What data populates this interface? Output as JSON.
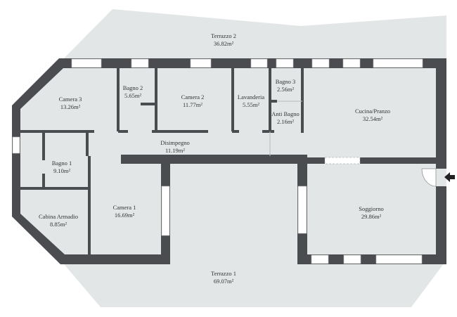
{
  "colors": {
    "floor": "#e3e6e7",
    "wall": "#4a4c50",
    "background": "#ffffff"
  },
  "rooms": {
    "terrazzo2": {
      "name": "Terrazzo 2",
      "area": "36.82m²"
    },
    "camera3": {
      "name": "Camera 3",
      "area": "13.26m²"
    },
    "bagno2": {
      "name": "Bagno 2",
      "area": "5.65m²"
    },
    "camera2": {
      "name": "Camera 2",
      "area": "11.77m²"
    },
    "lavanderia": {
      "name": "Lavanderia",
      "area": "5.55m²"
    },
    "bagno3": {
      "name": "Bagno 3",
      "area": "2.56m²"
    },
    "antibagno": {
      "name": "Anti Bagno",
      "area": "2.16m²"
    },
    "cucina": {
      "name": "Cucina/Pranzo",
      "area": "32.54m²"
    },
    "disimpegno": {
      "name": "Disimpegno",
      "area": "11.19m²"
    },
    "bagno1": {
      "name": "Bagno 1",
      "area": "9.10m²"
    },
    "cabina": {
      "name": "Cabina Armadio",
      "area": "8.85m²"
    },
    "camera1": {
      "name": "Camera 1",
      "area": "16.69m²"
    },
    "soggiorno": {
      "name": "Soggiorno",
      "area": "29.86m²"
    },
    "terrazzo1": {
      "name": "Terrazzo 1",
      "area": "69.07m²"
    }
  },
  "icons": {
    "entrance": "arrow-left-icon"
  }
}
